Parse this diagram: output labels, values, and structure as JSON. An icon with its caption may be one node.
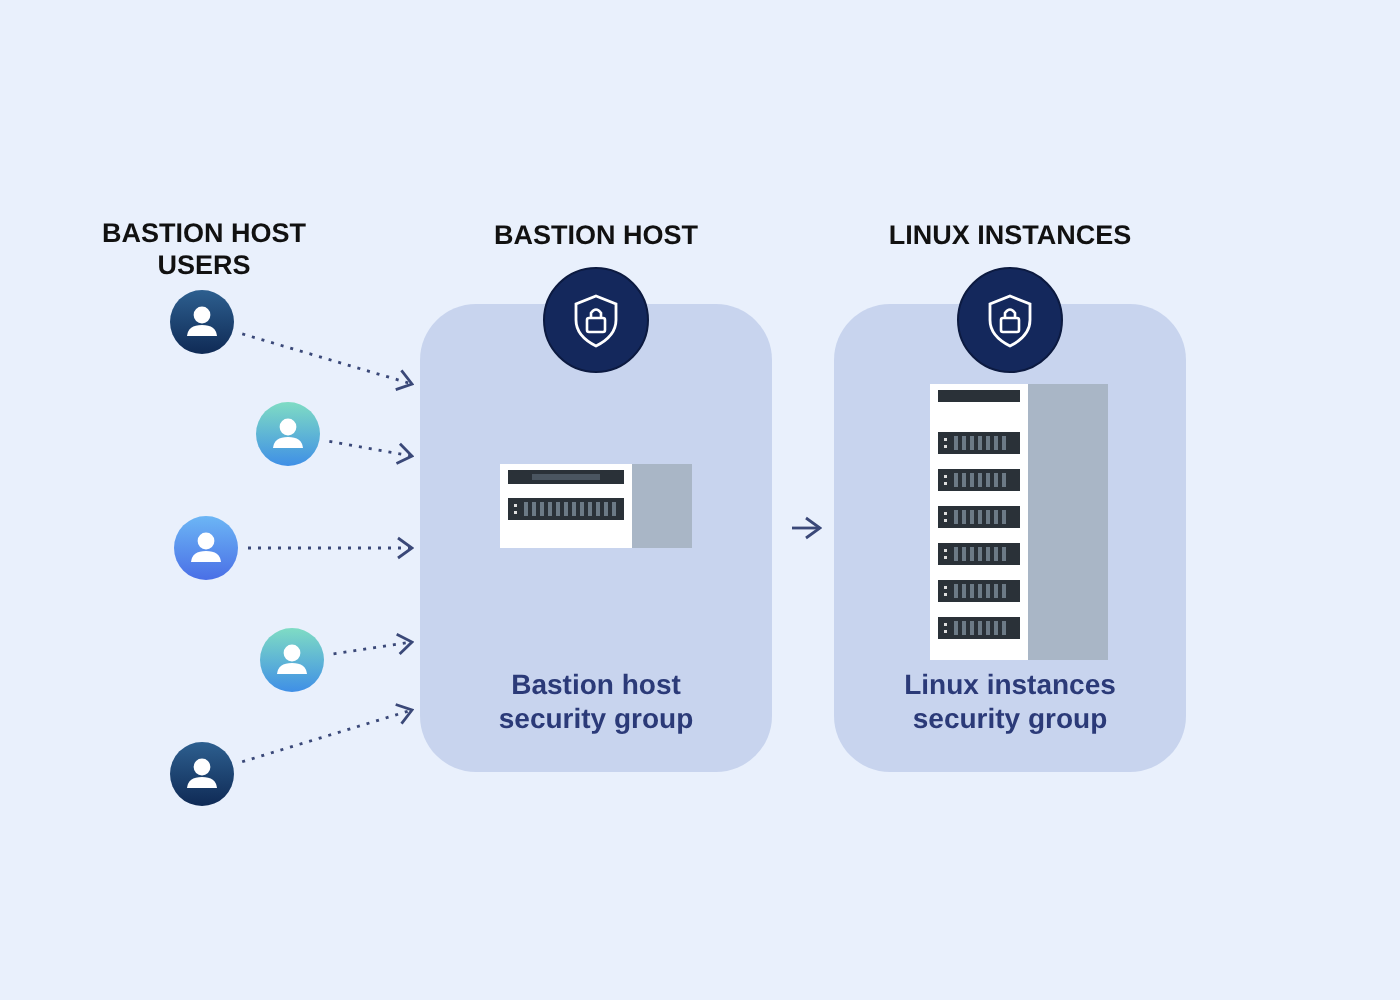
{
  "diagram": {
    "nodes": [
      {
        "text": [],
        "shape": "person"
      },
      {
        "text": [],
        "shape": "person"
      },
      {
        "text": [],
        "shape": "person"
      },
      {
        "text": [],
        "shape": "person"
      },
      {
        "text": [],
        "shape": "person"
      },
      {
        "text": [
          "BASTION HOST",
          "Bastion host security group"
        ]
      },
      {
        "text": [
          "LINUX INSTANCES",
          "Linux instances security group"
        ]
      }
    ],
    "edges": [
      {
        "from": 0,
        "to": 5,
        "arrow": "to",
        "style": "dashed"
      },
      {
        "from": 1,
        "to": 5,
        "arrow": "to",
        "style": "dashed"
      },
      {
        "from": 2,
        "to": 5,
        "arrow": "to",
        "style": "dashed"
      },
      {
        "from": 3,
        "to": 5,
        "arrow": "to",
        "style": "dashed"
      },
      {
        "from": 4,
        "to": 5,
        "arrow": "to",
        "style": "dashed"
      },
      {
        "from": 5,
        "to": 6,
        "arrow": "to"
      }
    ],
    "labels": [
      "BASTION HOST USERS"
    ]
  }
}
